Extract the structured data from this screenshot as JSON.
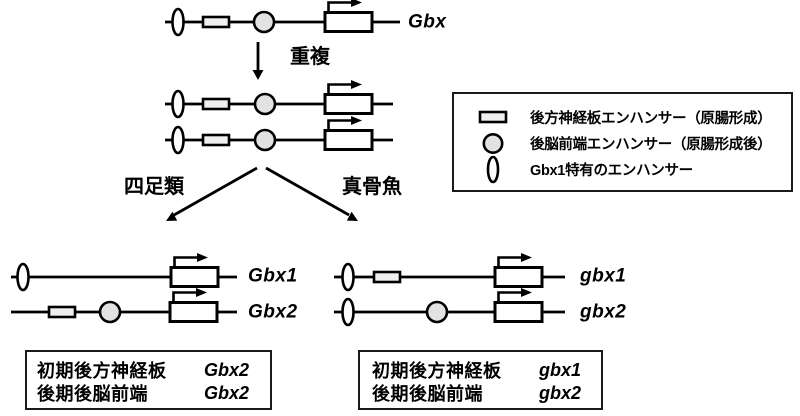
{
  "genes": {
    "ancestor": "Gbx",
    "tetrapod": [
      "Gbx1",
      "Gbx2"
    ],
    "teleost": [
      "gbx1",
      "gbx2"
    ]
  },
  "labels": {
    "duplication": "重複",
    "branch_left": "四足類",
    "branch_right": "真骨魚"
  },
  "legend": {
    "items": [
      {
        "icon": "posterior-neural-plate-enhancer",
        "label": "後方神経板エンハンサー（原腸形成）"
      },
      {
        "icon": "hindbrain-anterior-enhancer",
        "label": "後脳前端エンハンサー（原腸形成後）"
      },
      {
        "icon": "gbx1-specific-enhancer",
        "label": "Gbx1特有のエンハンサー"
      }
    ]
  },
  "summaries": {
    "tetrapod": {
      "rows": [
        {
          "context": "初期後方神経板",
          "gene": "Gbx2"
        },
        {
          "context": "後期後脳前端",
          "gene": "Gbx2"
        }
      ]
    },
    "teleost": {
      "rows": [
        {
          "context": "初期後方神経板",
          "gene": "gbx1"
        },
        {
          "context": "後期後脳前端",
          "gene": "gbx2"
        }
      ]
    }
  },
  "constructs": {
    "ancestor_Gbx": [
      "gbx1-specific-enhancer",
      "posterior-neural-plate-enhancer",
      "hindbrain-anterior-enhancer",
      "gene-box"
    ],
    "duplicated_copy_1": [
      "gbx1-specific-enhancer",
      "posterior-neural-plate-enhancer",
      "hindbrain-anterior-enhancer",
      "gene-box"
    ],
    "duplicated_copy_2": [
      "gbx1-specific-enhancer",
      "posterior-neural-plate-enhancer",
      "hindbrain-anterior-enhancer",
      "gene-box"
    ],
    "tetrapod_Gbx1": [
      "gbx1-specific-enhancer",
      "gene-box"
    ],
    "tetrapod_Gbx2": [
      "posterior-neural-plate-enhancer",
      "hindbrain-anterior-enhancer",
      "gene-box"
    ],
    "teleost_gbx1": [
      "gbx1-specific-enhancer",
      "posterior-neural-plate-enhancer",
      "gene-box"
    ],
    "teleost_gbx2": [
      "gbx1-specific-enhancer",
      "hindbrain-anterior-enhancer",
      "gene-box"
    ]
  },
  "colors": {
    "stroke": "#000000",
    "circle_fill": "#e2e2e2",
    "rect_fill": "#efefef",
    "box_fill": "#ffffff"
  }
}
